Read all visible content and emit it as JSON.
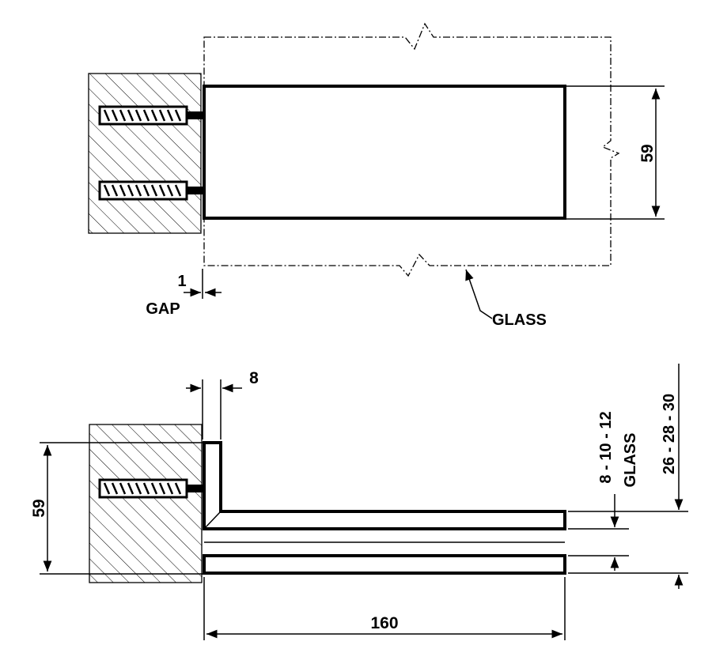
{
  "top_view": {
    "dimension_height": "59",
    "gap_value": "1",
    "gap_label": "GAP",
    "glass_label": "GLASS"
  },
  "side_view": {
    "dimension_lip": "8",
    "dimension_height": "59",
    "dimension_length": "160",
    "glass_thickness_options": "8 - 10 - 12",
    "glass_label": "GLASS",
    "overall_thickness_options": "26 - 28 - 30"
  }
}
